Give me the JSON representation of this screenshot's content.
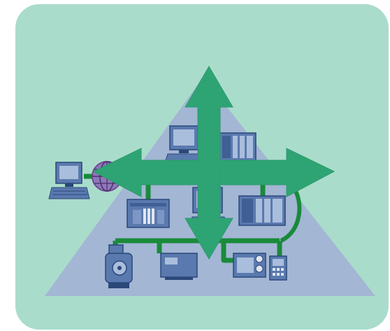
{
  "diagram": {
    "colors": {
      "panel": "#aadccb",
      "pyramid": "#a3b6d4",
      "bus": "#198a3a",
      "arrow": "#2ea474",
      "device_fill": "#5a79ae",
      "device_dark": "#2b4879",
      "screen": "#a9bedc",
      "globe": "#6f4a93"
    },
    "icons": {
      "remote_workstation": "computer-workstation-icon",
      "globe": "internet-globe-icon",
      "top_pc": "computer-workstation-icon",
      "top_plc": "plc-rack-icon",
      "mid_plc": "plc-module-icon",
      "mid_pc": "computer-workstation-icon",
      "mid_rack": "plc-rack-icon",
      "motor": "electric-motor-icon",
      "io_module": "io-module-icon",
      "drive": "frequency-drive-icon",
      "panel": "operator-panel-icon"
    },
    "arrows": [
      "up",
      "down",
      "left",
      "right"
    ]
  }
}
